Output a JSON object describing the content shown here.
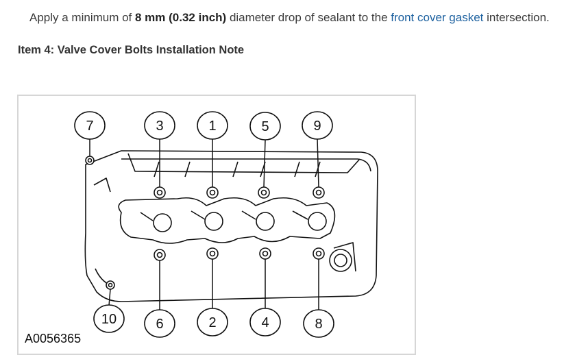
{
  "instruction": {
    "prefix": "Apply a minimum of ",
    "measurement": "8 mm (0.32 inch)",
    "middle": " diameter drop of sealant to the ",
    "link": "front cover gasket",
    "suffix": " intersection."
  },
  "section_title": "Item 4: Valve Cover Bolts Installation Note",
  "figure": {
    "code": "A0056365",
    "callouts": {
      "c1": "1",
      "c2": "2",
      "c3": "3",
      "c4": "4",
      "c5": "5",
      "c6": "6",
      "c7": "7",
      "c8": "8",
      "c9": "9",
      "c10": "10"
    }
  },
  "colors": {
    "link": "#1a5f9e",
    "border": "#d6d6d6",
    "text": "#333333"
  }
}
